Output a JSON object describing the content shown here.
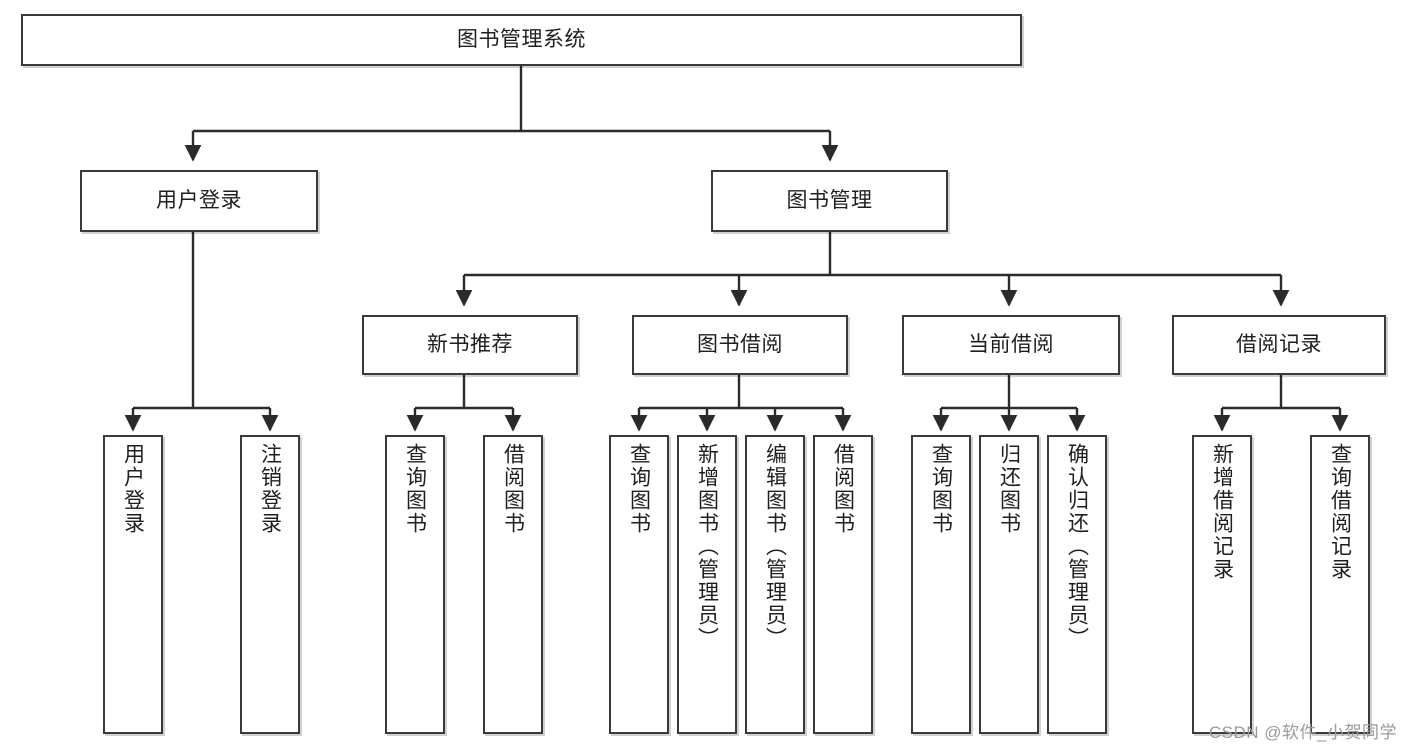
{
  "diagram": {
    "title": "图书管理系统",
    "type": "hierarchy-tree",
    "watermark": "CSDN @软件_小贺同学",
    "colors": {
      "node_border": "#3a3a3a",
      "node_fill": "#ffffff",
      "edge": "#2b2b2b",
      "text": "#1f1f1f",
      "watermark": "#9a9a9a"
    },
    "nodes": {
      "root": {
        "label": "图书管理系统"
      },
      "level2": [
        {
          "label": "用户登录"
        },
        {
          "label": "图书管理"
        }
      ],
      "level3": [
        {
          "label": "新书推荐"
        },
        {
          "label": "图书借阅"
        },
        {
          "label": "当前借阅"
        },
        {
          "label": "借阅记录"
        }
      ],
      "leaves": {
        "user_login": [
          {
            "label": "用户登录"
          },
          {
            "label": "注销登录"
          }
        ],
        "new_book_recommend": [
          {
            "label": "查询图书"
          },
          {
            "label": "借阅图书"
          }
        ],
        "book_borrow": [
          {
            "label": "查询图书"
          },
          {
            "label": "新增图书（管理员）"
          },
          {
            "label": "编辑图书（管理员）"
          },
          {
            "label": "借阅图书"
          }
        ],
        "current_borrow": [
          {
            "label": "查询图书"
          },
          {
            "label": "归还图书"
          },
          {
            "label": "确认归还（管理员）"
          }
        ],
        "borrow_record": [
          {
            "label": "新增借阅记录"
          },
          {
            "label": "查询借阅记录"
          }
        ]
      }
    }
  }
}
